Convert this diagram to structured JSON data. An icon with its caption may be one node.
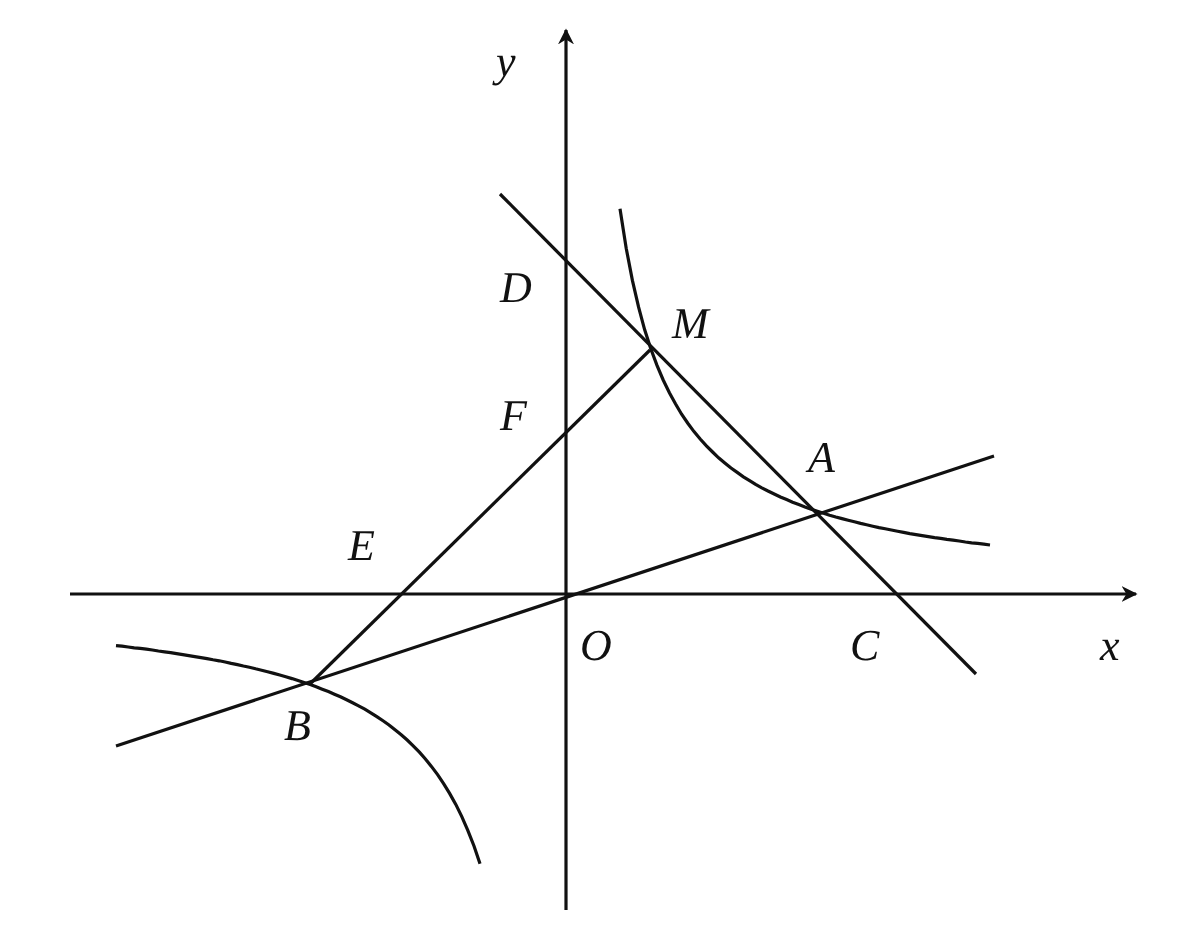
{
  "diagram": {
    "labels": [
      "y",
      "D",
      "M",
      "F",
      "A",
      "E",
      "O",
      "C",
      "x",
      "B"
    ]
  }
}
